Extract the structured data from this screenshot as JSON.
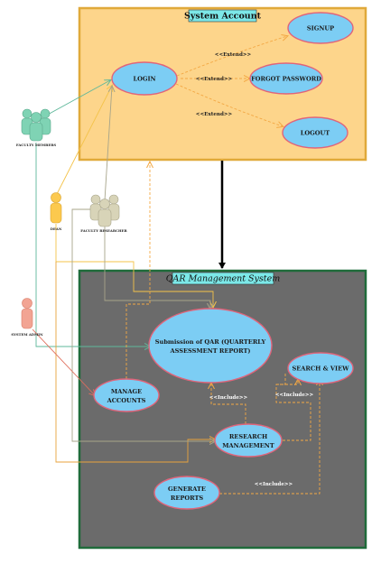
{
  "system_account": {
    "title": "System Account",
    "fill": "#fdd58b",
    "stroke": "#e0a93a"
  },
  "qar_system": {
    "title": "QAR Management System",
    "fill": "#6b6b6b",
    "stroke": "#1f6b3a"
  },
  "use_cases": {
    "login": "LOGIN",
    "signup": "SIGNUP",
    "forgot_password": "FORGOT PASSWORD",
    "logout": "LOGOUT",
    "submission_line1": "Submission of QAR (QUARTERLY",
    "submission_line2": "ASSESSMENT REPORT)",
    "search_view": "SEARCH & VIEW",
    "manage_line1": "MANAGE",
    "manage_line2": "ACCOUNTS",
    "research_line1": "RESEARCH",
    "research_line2": "MANAGEMENT",
    "generate_line1": "GENERATE",
    "generate_line2": "REPORTS"
  },
  "relations": {
    "extend_signup": "<<Extend>>",
    "extend_forgot": "<<Extend>>",
    "extend_logout": "<<Extend>>",
    "include_research_submission": "<<Include>>",
    "include_research_search": "<<Include>>",
    "include_generate_search": "<<Include>>"
  },
  "actors": {
    "faculty_members": "FACULTY MEMBERS",
    "dean": "DEAN",
    "faculty_researcher": "FACULTY RESEARCHER",
    "system_admin": "SYSTEM ADMIN"
  },
  "colors": {
    "usecase_fill": "#7ccdf4",
    "usecase_stroke": "#e0647a",
    "faculty_members": "#7fd3b4",
    "dean": "#fcc94e",
    "faculty_researcher": "#d8d4b8",
    "system_admin": "#f2a493"
  }
}
